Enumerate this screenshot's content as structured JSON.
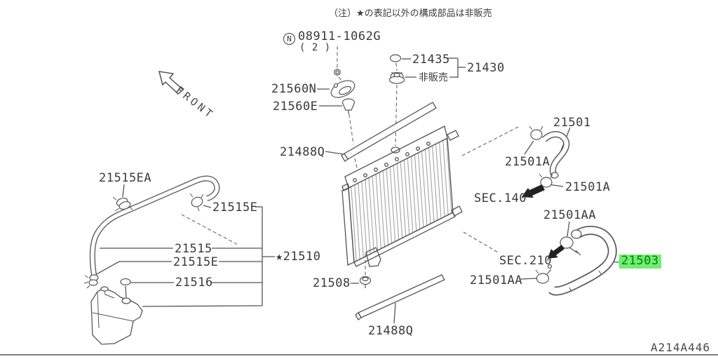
{
  "note": "（注）★の表記以外の構成部品は非販売",
  "front_label": "FRONT",
  "drawing_code": "A214A446",
  "colors": {
    "line": "#555555",
    "text": "#3a3a3a",
    "highlight_bg": "#70ee70",
    "highlight_text": "#0a7a0a"
  },
  "fastener": {
    "symbol": "N",
    "number": "08911-1062G",
    "qty": "( 2 )"
  },
  "references": {
    "sec140": "SEC.140",
    "sec210": "SEC.210",
    "not_sold": "非販売"
  },
  "parts": {
    "bracket_21560N": "21560N",
    "mount_21560E": "21560E",
    "seal_top_21488Q": "21488Q",
    "oring_21435": "21435",
    "cap_assy_21430": "21430",
    "hose_upper_21501": "21501",
    "clamp_21501A_upper": "21501A",
    "clamp_21501A_lower": "21501A",
    "clamp_21501AA_upper": "21501AA",
    "clamp_21501AA_lower": "21501AA",
    "hose_lower_21503": "21503",
    "clip_21515EA": "21515EA",
    "clamp_21515E_upper": "21515E",
    "hose_reservoir_21515": "21515",
    "clamp_21515E_lower": "21515E",
    "cap_reservoir_21516": "21516",
    "radiator_star": "★",
    "radiator_21510": "21510",
    "mount_21508": "21508",
    "seal_bottom_21488Q": "21488Q"
  }
}
